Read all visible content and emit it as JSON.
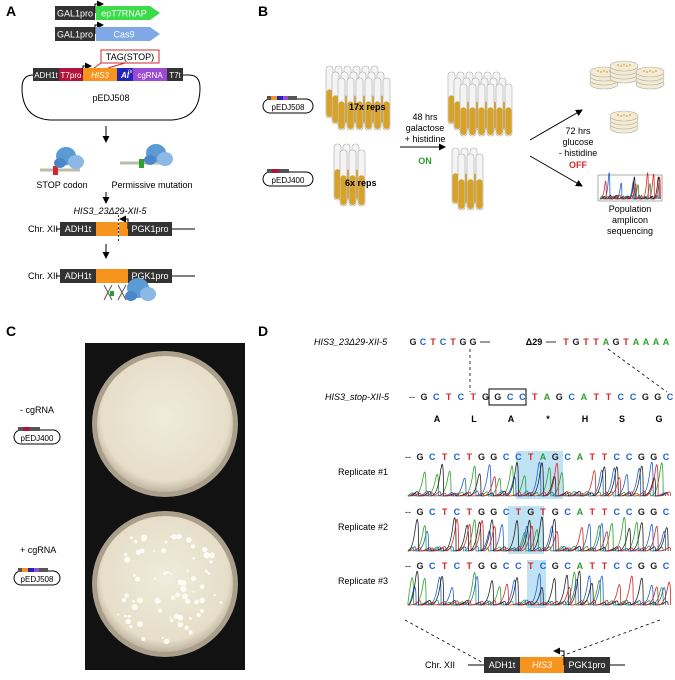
{
  "panels": {
    "a": "A",
    "b": "B",
    "c": "C",
    "d": "D"
  },
  "a": {
    "gal1pro": "GAL1pro",
    "ept7rnap": "epT7RNAP",
    "cas9": "Cas9",
    "tag_stop": "TAG(STOP)",
    "adh1t": "ADH1t",
    "t7pro": "T7pro",
    "his3": "HIS3",
    "ai": "AI",
    "ai_sup": "(e)",
    "cgrna": "cgRNA",
    "t7t": "T7t",
    "plasmid": "pEDJ508",
    "stop_codon": "STOP codon",
    "permissive": "Permissive mutation",
    "allele": "HIS3_23Δ29-XII-5",
    "chr": "Chr. XII",
    "pgk1pro": "PGK1pro"
  },
  "b": {
    "p1": "pEDJ508",
    "p2": "pEDJ400",
    "reps17": "17x reps",
    "reps6": "6x reps",
    "step1": [
      "48 hrs",
      "galactose",
      "+ histidine"
    ],
    "on": "ON",
    "step2": [
      "72 hrs",
      "glucose",
      "- histidine"
    ],
    "off": "OFF",
    "seq": [
      "Population",
      "amplicon",
      "sequencing"
    ]
  },
  "c": {
    "minus": "- cgRNA",
    "plus": "+ cgRNA",
    "p_minus": "pEDJ400",
    "p_plus": "pEDJ508"
  },
  "d": {
    "label1": "HIS3_23Δ29-XII-5",
    "seq1a": [
      "G",
      "C",
      "T",
      "C",
      "T",
      "G",
      "G"
    ],
    "delta": "Δ29",
    "seq1b": [
      "T",
      "G",
      "T",
      "T",
      "A",
      "G",
      "T",
      "A",
      "A",
      "A",
      "A"
    ],
    "label2": "HIS3_stop-XII-5",
    "seq2": [
      "G",
      "C",
      "T",
      "C",
      "T",
      "G",
      "G",
      "C",
      "C",
      "T",
      "A",
      "G",
      "C",
      "A",
      "T",
      "T",
      "C",
      "C",
      "G",
      "G",
      "C"
    ],
    "aa": [
      "A",
      "L",
      "A",
      "*",
      "H",
      "S",
      "G"
    ],
    "rep_labels": [
      "Replicate #1",
      "Replicate #2",
      "Replicate #3"
    ],
    "rep_seqs": [
      [
        "G",
        "C",
        "T",
        "C",
        "T",
        "G",
        "G",
        "C",
        "C",
        "T",
        "A",
        "G",
        "C",
        "A",
        "T",
        "T",
        "C",
        "C",
        "G",
        "G",
        "C"
      ],
      [
        "G",
        "C",
        "T",
        "C",
        "T",
        "G",
        "G",
        "C",
        "T",
        "G",
        "T",
        "G",
        "C",
        "A",
        "T",
        "T",
        "C",
        "C",
        "G",
        "G",
        "C"
      ],
      [
        "G",
        "C",
        "T",
        "C",
        "T",
        "G",
        "G",
        "C",
        "C",
        "T",
        "C",
        "G",
        "C",
        "A",
        "T",
        "T",
        "C",
        "C",
        "G",
        "G",
        "C"
      ]
    ],
    "chr": "Chr. XII",
    "adh1t": "ADH1t",
    "his3": "HIS3",
    "pgk1pro": "PGK1pro"
  },
  "colors": {
    "A": "#2ca02c",
    "C": "#1f5fd1",
    "G": "#222222",
    "T": "#d62728",
    "orange": "#f7941d",
    "dark": "#333333",
    "green": "#2ecc40",
    "blue": "#7fa8e6",
    "yellow": "#d8a227",
    "on": "#2e9d2e",
    "off": "#d62728",
    "highlight": "#bfe3f5"
  }
}
